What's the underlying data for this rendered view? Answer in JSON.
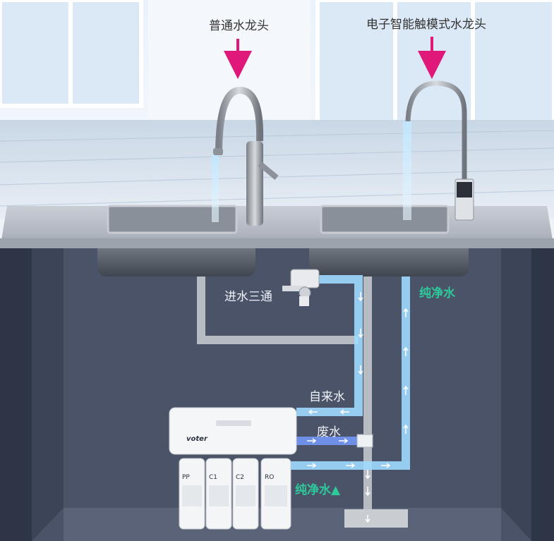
{
  "labels": {
    "normal_faucet": "普通水龙头",
    "smart_faucet": "电子智能触模式水龙头",
    "tee": "进水三通",
    "pure_water_top": "纯净水",
    "tap_water": "自来水",
    "waste_water": "废水",
    "pure_water_bottom": "纯净水▲"
  },
  "purifier": {
    "brand": "voter",
    "filters": [
      "PP",
      "C1",
      "C2",
      "RO"
    ]
  },
  "colors": {
    "accent_arrow": "#e0187a",
    "label_dark": "#333333",
    "label_light": "#eef2f8",
    "label_green": "#2ec99b",
    "pipe_blue": "#9fd9ff",
    "pipe_gray": "#b7bcc2",
    "cabinet": "#3b4356"
  }
}
